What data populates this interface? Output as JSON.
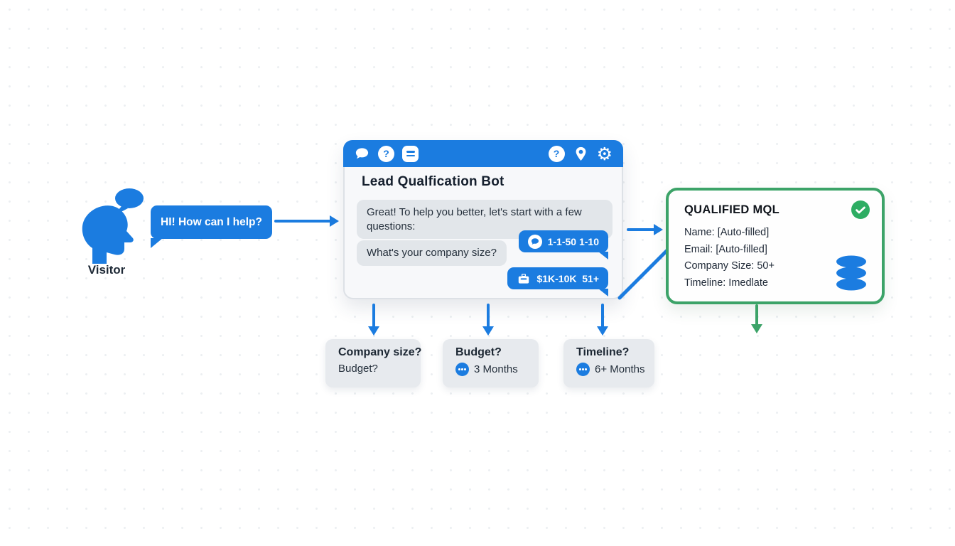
{
  "colors": {
    "primary_blue": "#1b7ce0",
    "success_green": "#3ca368",
    "bubble_gray": "#e2e6ea"
  },
  "visitor": {
    "label": "Visitor"
  },
  "visitor_bubble": {
    "text": "HI! How can I help?"
  },
  "chatbot": {
    "title": "Lead Qualfication Bot",
    "header_icons_left": [
      "chat-bubble-icon",
      "help-icon",
      "menu-icon"
    ],
    "header_icons_right": [
      "help-icon",
      "pin-icon",
      "settings-icon"
    ],
    "help_glyph": "?",
    "gear_glyph": "⚙",
    "messages": [
      "Great! To help you better, let's start with a few questions:",
      "What's your company size?"
    ],
    "quick_replies": [
      {
        "icon": "chat-badge-icon",
        "label": "1-1-50 1-10"
      },
      {
        "icon": "briefcase-icon",
        "label": "$1K-10K  51+"
      }
    ]
  },
  "branches": [
    {
      "title": "Company size?",
      "subtitle": "Budget?"
    },
    {
      "title": "Budget?",
      "subtitle": "3 Months"
    },
    {
      "title": "Timeline?",
      "subtitle": "6+ Months"
    }
  ],
  "qualified_card": {
    "title": "QUALIFIED MQL",
    "fields": [
      "Name: [Auto-filled]",
      "Email: [Auto-filled]",
      "Company Size: 50+",
      "Timeline: Imedlate"
    ]
  }
}
